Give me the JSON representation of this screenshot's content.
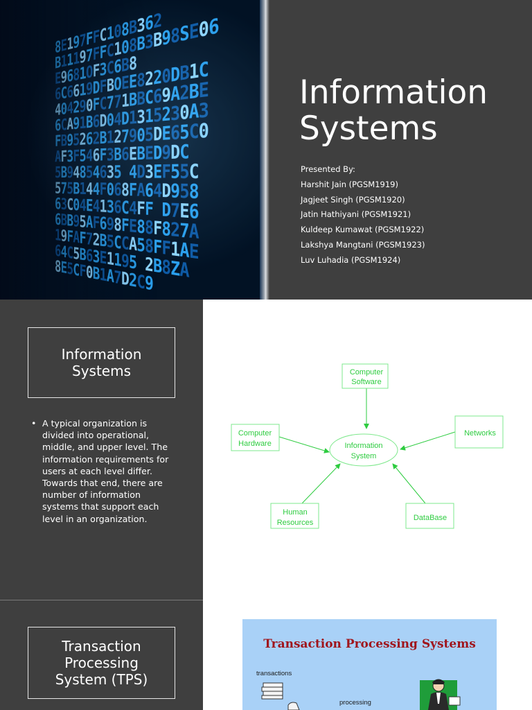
{
  "slide1": {
    "title_line1": "Information",
    "title_line2": "Systems",
    "presented_by": "Presented By:",
    "presenters": [
      "Harshit Jain (PGSM1919)",
      "Jagjeet Singh (PGSM1920)",
      "Jatin Hathiyani (PGSM1921)",
      "Kuldeep Kumawat (PGSM1922)",
      "Lakshya Mangtani (PGSM1923)",
      "Luv Luhadia (PGSM1924)"
    ],
    "code_rows": [
      "8E197FFC108B362",
      "B11197FFC108B3B98SE06",
      "E9681OF3C6B8",
      "6C6619DFBOEE8220DB1C",
      "404290FC771BBC69A2BE",
      "6CA91B6D04D1315230A3",
      "FB95262B127905DE65C0",
      "AF3F546F3B6EBED9DC",
      "5B94854635 4D3EF55C",
      "575B144F068FA64D958",
      "63C04E4136C4FF D7E6",
      "6BB95AF698FE88F827A",
      "19FAF72B5CCA58FF1AE",
      "64C5B63E1195 2B8ZA",
      "8E5CF0B1A7D2C9"
    ]
  },
  "slide2": {
    "title_line1": "Information",
    "title_line2": "Systems",
    "bullet": "•",
    "body": "A typical organization is divided into operational, middle, and upper level. The information requirements for users at each level differ. Towards that end, there are number of information systems that support each level in an organization.",
    "diagram": {
      "center_line1": "Information",
      "center_line2": "System",
      "software_line1": "Computer",
      "software_line2": "Software",
      "hardware_line1": "Computer",
      "hardware_line2": "Hardware",
      "networks": "Networks",
      "human_line1": "Human",
      "human_line2": "Resources",
      "database": "DataBase",
      "color": "#2ecc40"
    }
  },
  "slide3": {
    "title_line1": "Transaction",
    "title_line2": "Processing",
    "title_line3": "System (TPS)",
    "image_title": "Transaction Processing Systems",
    "transactions": "transactions",
    "processing": "processing"
  },
  "colors": {
    "dark_panel": "#3f3f3f",
    "diagram_green": "#2ecc40",
    "tps_title_red": "#a0161c",
    "tps_bg": "#a9d1f7"
  }
}
